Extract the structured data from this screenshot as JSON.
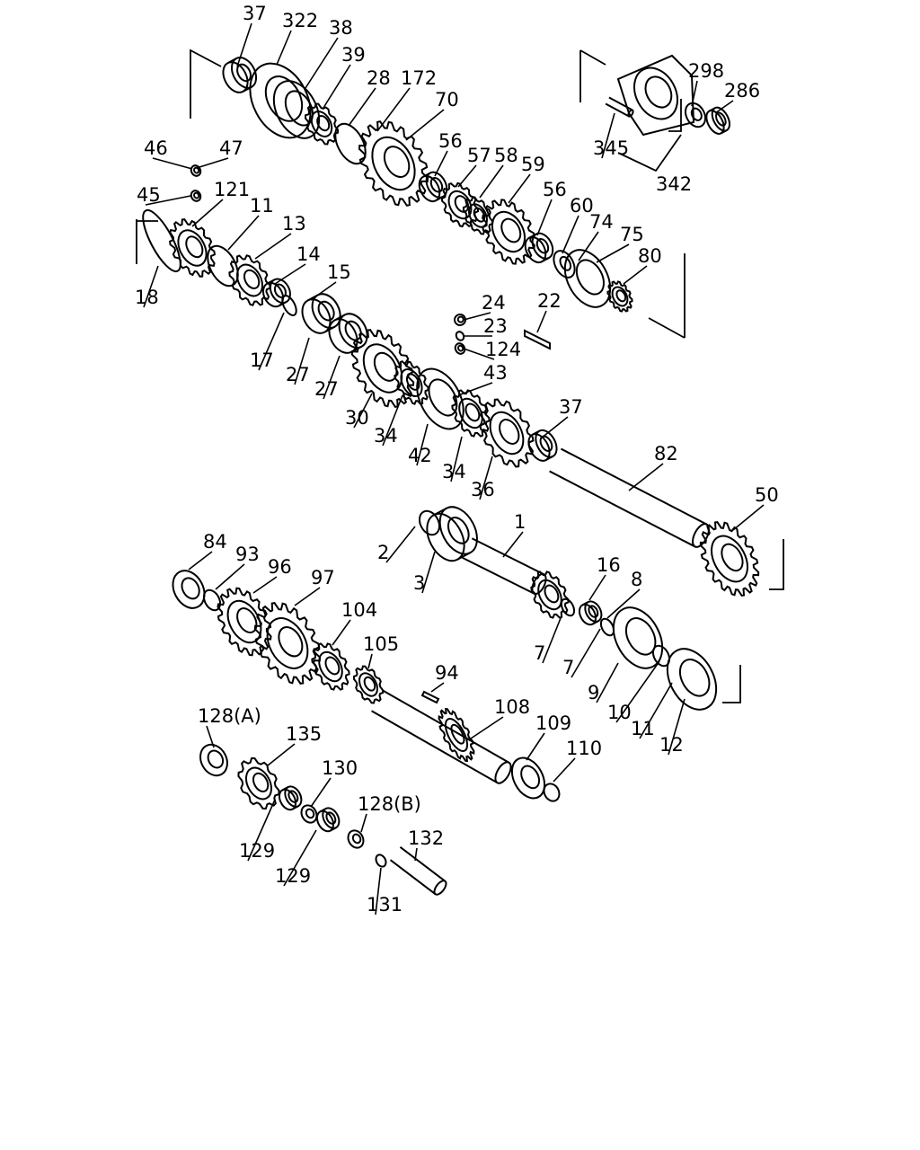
{
  "diagram": {
    "callouts": [
      {
        "id": "c37a",
        "text": "37"
      },
      {
        "id": "c322",
        "text": "322"
      },
      {
        "id": "c38",
        "text": "38"
      },
      {
        "id": "c39",
        "text": "39"
      },
      {
        "id": "c28",
        "text": "28"
      },
      {
        "id": "c172",
        "text": "172"
      },
      {
        "id": "c70",
        "text": "70"
      },
      {
        "id": "c298",
        "text": "298"
      },
      {
        "id": "c286",
        "text": "286"
      },
      {
        "id": "c345",
        "text": "345"
      },
      {
        "id": "c342",
        "text": "342"
      },
      {
        "id": "c46",
        "text": "46"
      },
      {
        "id": "c47",
        "text": "47"
      },
      {
        "id": "c45",
        "text": "45"
      },
      {
        "id": "c121",
        "text": "121"
      },
      {
        "id": "c11a",
        "text": "11"
      },
      {
        "id": "c13",
        "text": "13"
      },
      {
        "id": "c14",
        "text": "14"
      },
      {
        "id": "c15",
        "text": "15"
      },
      {
        "id": "c18",
        "text": "18"
      },
      {
        "id": "c17",
        "text": "17"
      },
      {
        "id": "c27a",
        "text": "27"
      },
      {
        "id": "c27b",
        "text": "27"
      },
      {
        "id": "c56a",
        "text": "56"
      },
      {
        "id": "c57",
        "text": "57"
      },
      {
        "id": "c58",
        "text": "58"
      },
      {
        "id": "c59",
        "text": "59"
      },
      {
        "id": "c56b",
        "text": "56"
      },
      {
        "id": "c60",
        "text": "60"
      },
      {
        "id": "c74",
        "text": "74"
      },
      {
        "id": "c75",
        "text": "75"
      },
      {
        "id": "c80",
        "text": "80"
      },
      {
        "id": "c24",
        "text": "24"
      },
      {
        "id": "c23",
        "text": "23"
      },
      {
        "id": "c124",
        "text": "124"
      },
      {
        "id": "c22",
        "text": "22"
      },
      {
        "id": "c43",
        "text": "43"
      },
      {
        "id": "c30",
        "text": "30"
      },
      {
        "id": "c34a",
        "text": "34"
      },
      {
        "id": "c42",
        "text": "42"
      },
      {
        "id": "c34b",
        "text": "34"
      },
      {
        "id": "c36",
        "text": "36"
      },
      {
        "id": "c37b",
        "text": "37"
      },
      {
        "id": "c82",
        "text": "82"
      },
      {
        "id": "c50",
        "text": "50"
      },
      {
        "id": "c1",
        "text": "1"
      },
      {
        "id": "c2",
        "text": "2"
      },
      {
        "id": "c3",
        "text": "3"
      },
      {
        "id": "c16",
        "text": "16"
      },
      {
        "id": "c8",
        "text": "8"
      },
      {
        "id": "c7a",
        "text": "7"
      },
      {
        "id": "c7b",
        "text": "7"
      },
      {
        "id": "c9",
        "text": "9"
      },
      {
        "id": "c10",
        "text": "10"
      },
      {
        "id": "c11b",
        "text": "11"
      },
      {
        "id": "c12",
        "text": "12"
      },
      {
        "id": "c84",
        "text": "84"
      },
      {
        "id": "c93",
        "text": "93"
      },
      {
        "id": "c96",
        "text": "96"
      },
      {
        "id": "c97",
        "text": "97"
      },
      {
        "id": "c104",
        "text": "104"
      },
      {
        "id": "c105",
        "text": "105"
      },
      {
        "id": "c94",
        "text": "94"
      },
      {
        "id": "c108",
        "text": "108"
      },
      {
        "id": "c109",
        "text": "109"
      },
      {
        "id": "c110",
        "text": "110"
      },
      {
        "id": "c128a",
        "text": "128(A)"
      },
      {
        "id": "c135",
        "text": "135"
      },
      {
        "id": "c130",
        "text": "130"
      },
      {
        "id": "c128b",
        "text": "128(B)"
      },
      {
        "id": "c129a",
        "text": "129"
      },
      {
        "id": "c129b",
        "text": "129"
      },
      {
        "id": "c132",
        "text": "132"
      },
      {
        "id": "c131",
        "text": "131"
      }
    ]
  }
}
